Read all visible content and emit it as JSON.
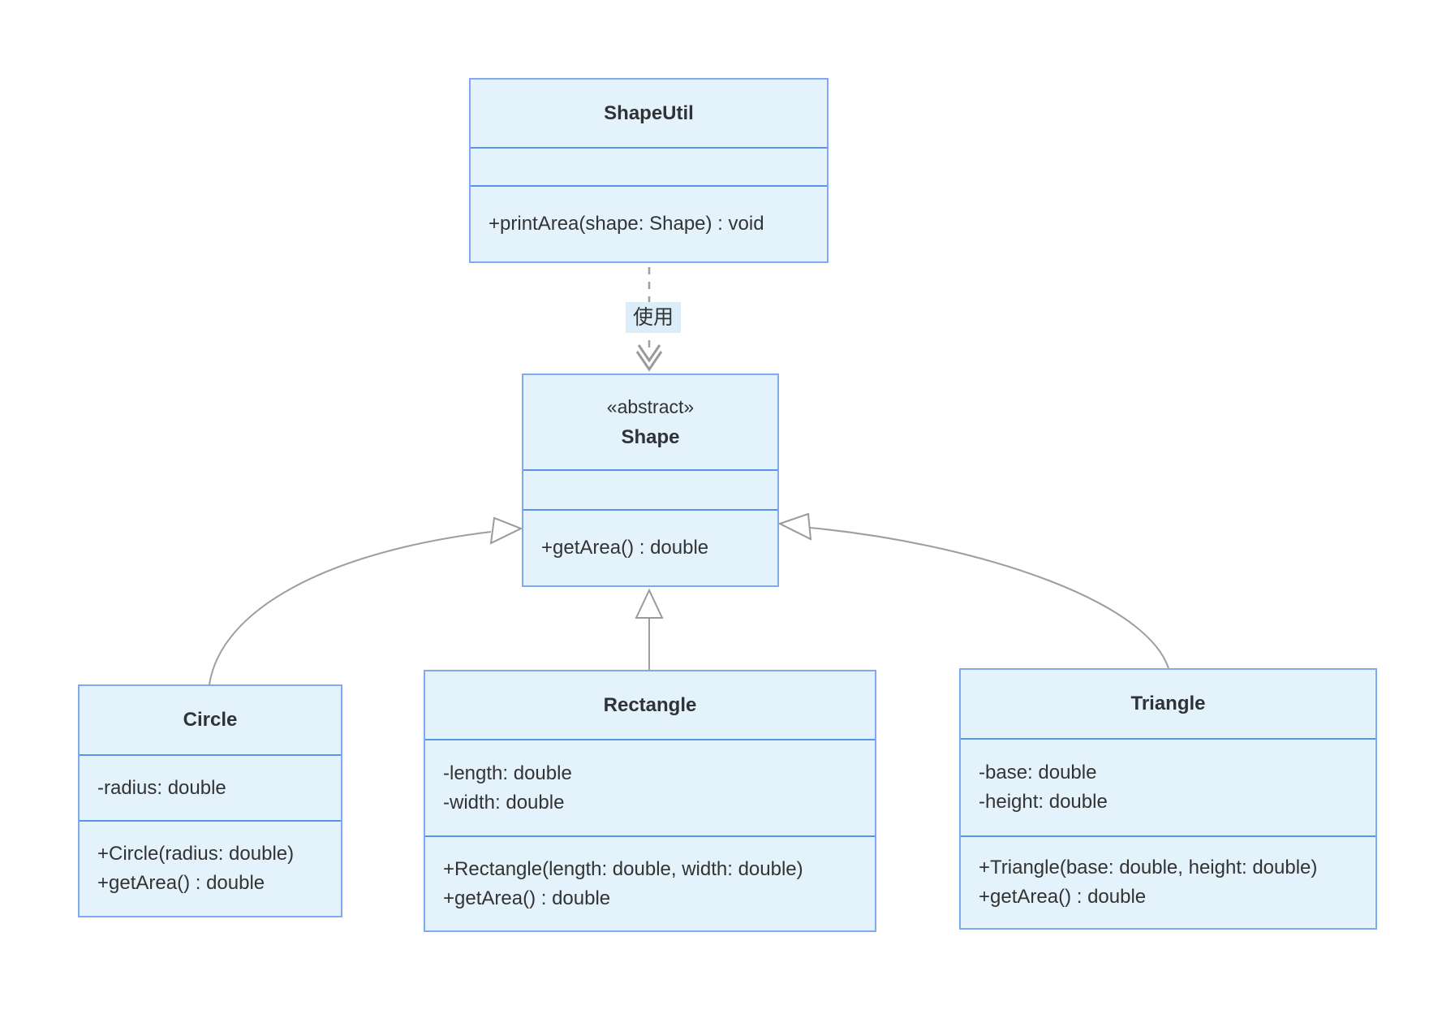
{
  "diagram": {
    "kind": "uml-class-diagram",
    "colors": {
      "box_fill": "#e4f2fc",
      "box_border": "#7fa9f1",
      "divider": "#5b93ea",
      "edge_line": "#9e9e9e",
      "arrowhead_fill": "#ffffff",
      "text": "#333333",
      "edge_label_bg": "#daedf9",
      "background": "#ffffff"
    }
  },
  "classes": [
    {
      "name": "ShapeUtil",
      "stereotype": "",
      "attributes": [],
      "methods": [
        "+printArea(shape: Shape) : void"
      ]
    },
    {
      "name": "Shape",
      "stereotype": "«abstract»",
      "attributes": [],
      "methods": [
        "+getArea() : double"
      ]
    },
    {
      "name": "Circle",
      "stereotype": "",
      "attributes": [
        "-radius: double"
      ],
      "methods": [
        "+Circle(radius: double)",
        "+getArea() : double"
      ]
    },
    {
      "name": "Rectangle",
      "stereotype": "",
      "attributes": [
        "-length: double",
        "-width: double"
      ],
      "methods": [
        "+Rectangle(length: double, width: double)",
        "+getArea() : double"
      ]
    },
    {
      "name": "Triangle",
      "stereotype": "",
      "attributes": [
        "-base: double",
        "-height: double"
      ],
      "methods": [
        "+Triangle(base: double, height: double)",
        "+getArea() : double"
      ]
    }
  ],
  "relationships": [
    {
      "from": "ShapeUtil",
      "to": "Shape",
      "type": "dependency",
      "label": "使用"
    },
    {
      "from": "Circle",
      "to": "Shape",
      "type": "inheritance",
      "label": ""
    },
    {
      "from": "Rectangle",
      "to": "Shape",
      "type": "inheritance",
      "label": ""
    },
    {
      "from": "Triangle",
      "to": "Shape",
      "type": "inheritance",
      "label": ""
    }
  ]
}
